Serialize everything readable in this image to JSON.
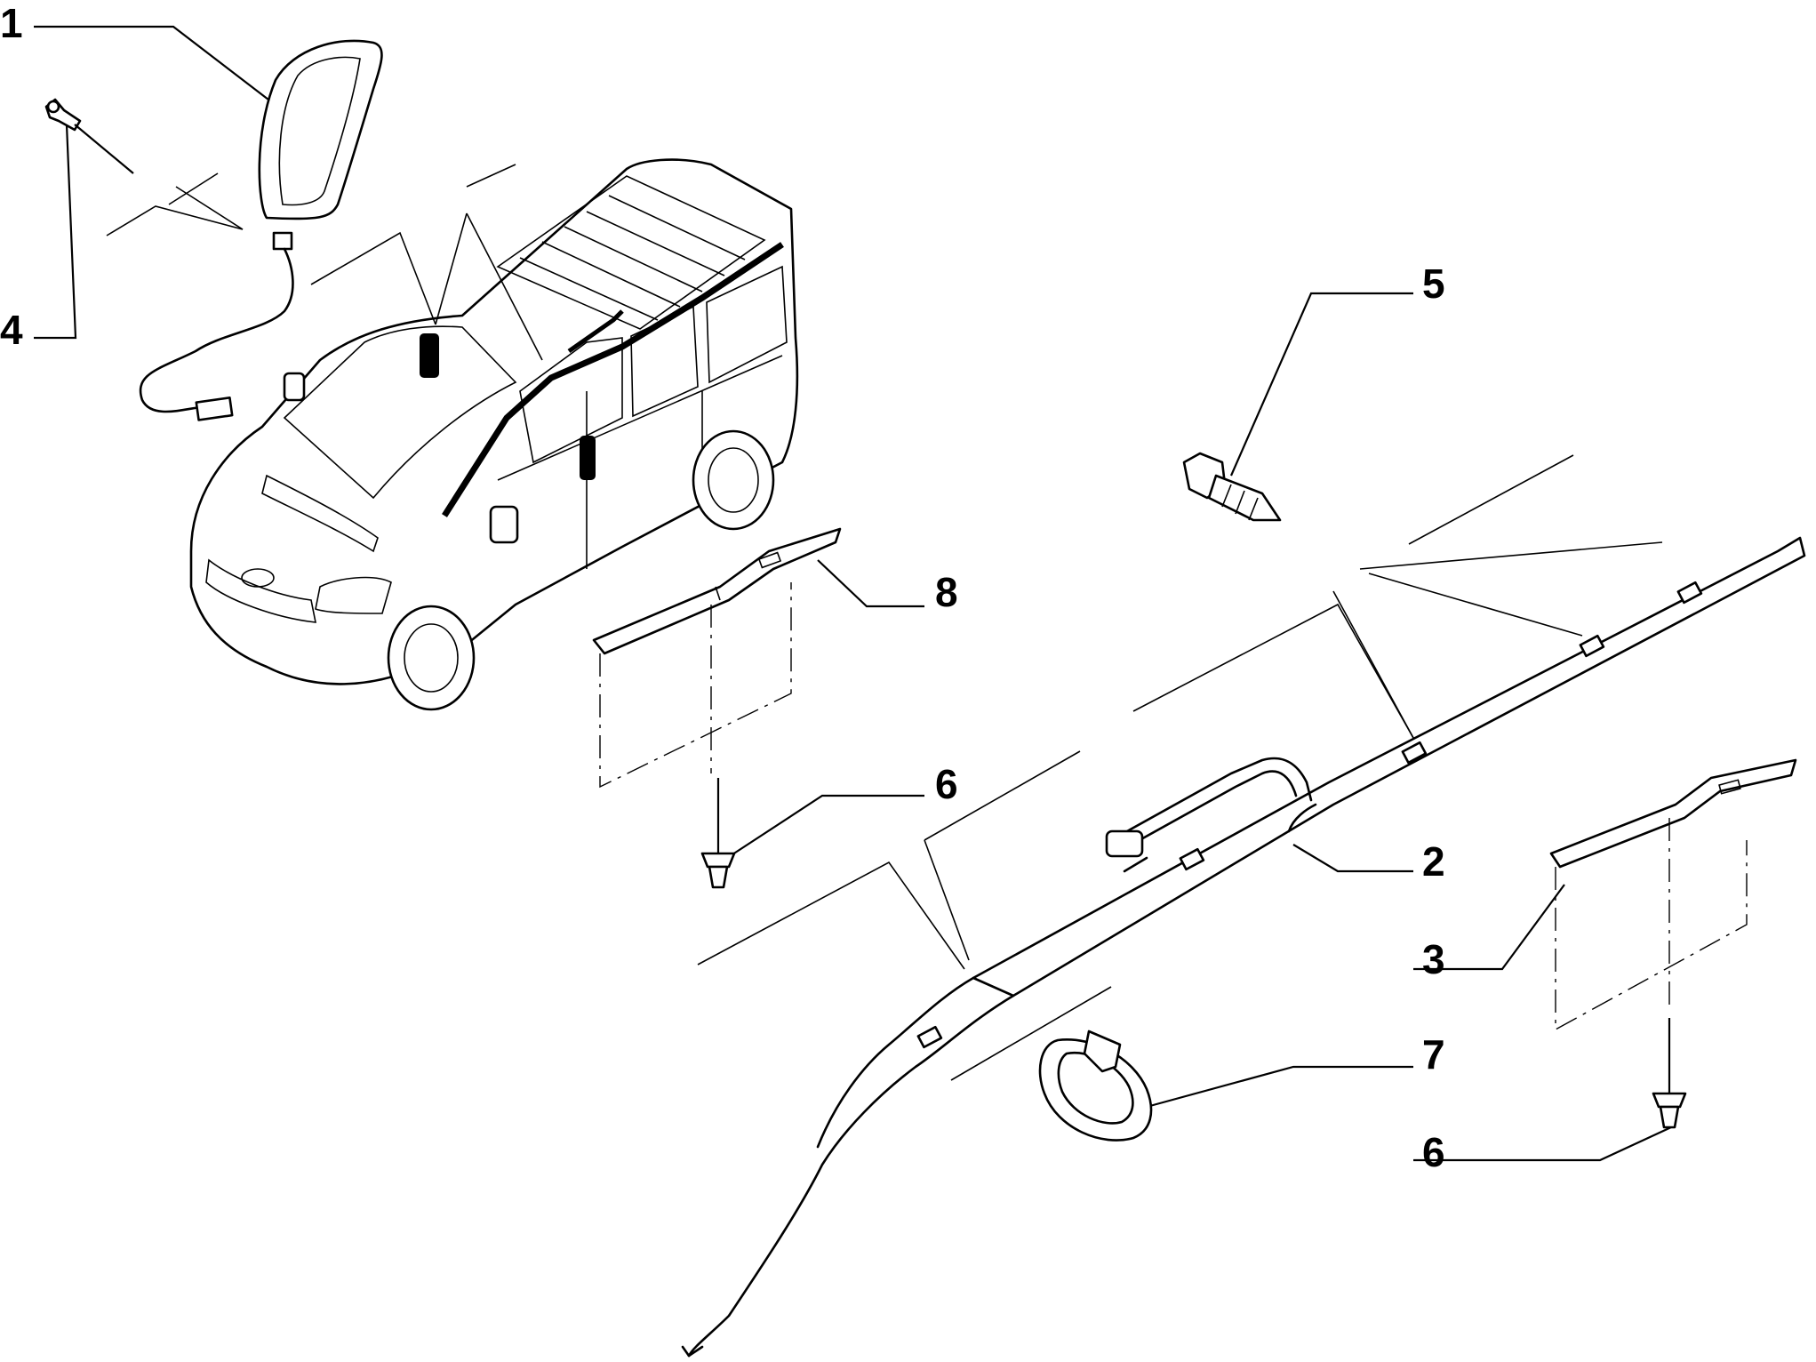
{
  "callouts": [
    {
      "id": "1",
      "label": "1"
    },
    {
      "id": "4",
      "label": "4"
    },
    {
      "id": "5",
      "label": "5"
    },
    {
      "id": "8",
      "label": "8"
    },
    {
      "id": "6a",
      "label": "6"
    },
    {
      "id": "2",
      "label": "2"
    },
    {
      "id": "3",
      "label": "3"
    },
    {
      "id": "7",
      "label": "7"
    },
    {
      "id": "6b",
      "label": "6"
    }
  ],
  "colors": {
    "ink": "#000000",
    "paper": "#ffffff"
  }
}
